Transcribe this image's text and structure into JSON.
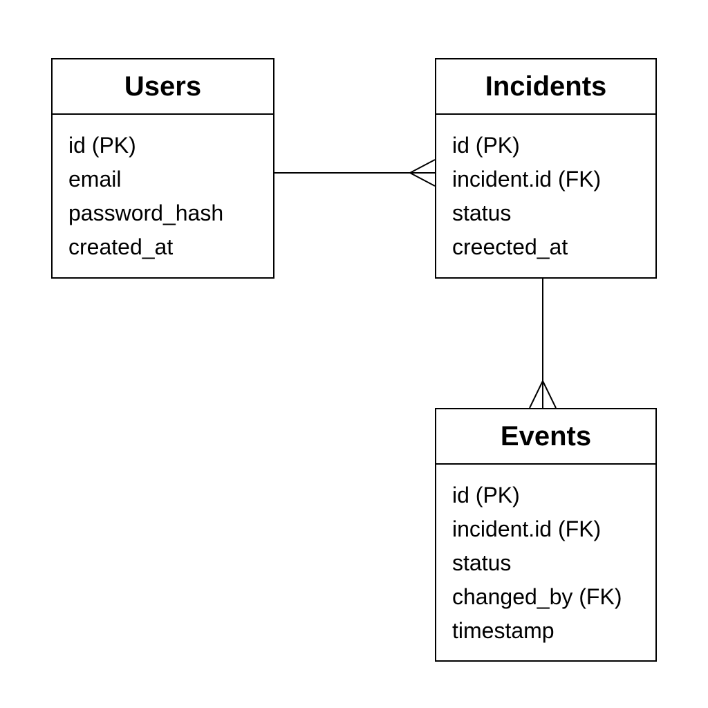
{
  "entities": {
    "users": {
      "title": "Users",
      "fields": [
        "id (PK)",
        "email",
        "password_hash",
        "created_at"
      ]
    },
    "incidents": {
      "title": "Incidents",
      "fields": [
        "id (PK)",
        "incident.id (FK)",
        "status",
        "creected_at"
      ]
    },
    "events": {
      "title": "Events",
      "fields": [
        "id (PK)",
        "incident.id (FK)",
        "status",
        "changed_by (FK)",
        "timestamp"
      ]
    }
  },
  "relationships": [
    {
      "from": "users",
      "to": "incidents",
      "from_end": "one",
      "to_end": "many"
    },
    {
      "from": "incidents",
      "to": "events",
      "from_end": "one",
      "to_end": "many"
    }
  ],
  "colors": {
    "line": "#000000",
    "background": "#ffffff"
  }
}
